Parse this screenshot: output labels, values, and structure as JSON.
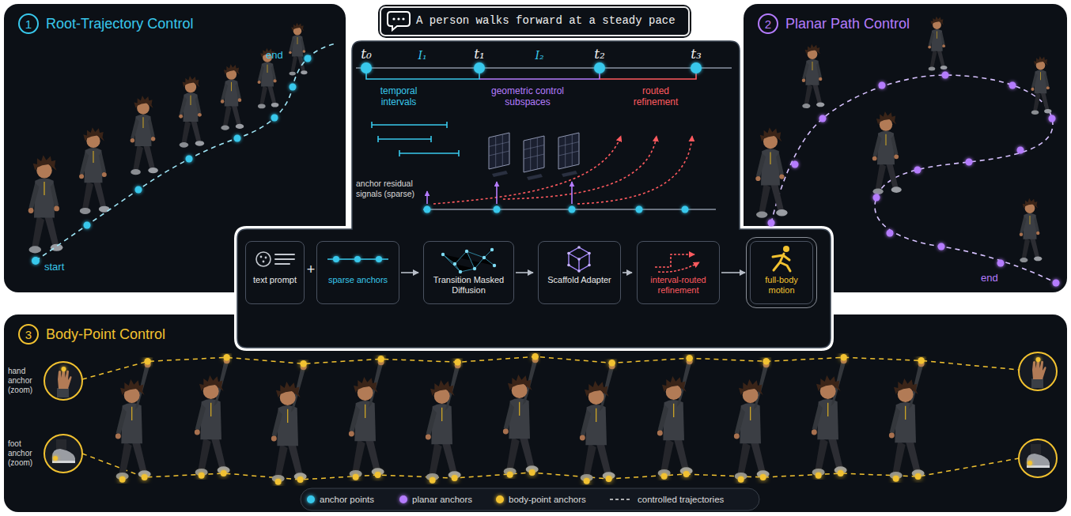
{
  "diagram": {
    "nodes": [
      {
        "text": [
          "A person walks forward at a steady pace"
        ]
      },
      {
        "text": [
          "1",
          "Root-Trajectory Control"
        ]
      },
      {
        "text": [
          "2",
          "Planar Path Control"
        ]
      },
      {
        "text": [
          "3",
          "Body-Point Control"
        ]
      },
      {
        "text": [
          "text prompt"
        ]
      },
      {
        "text": [
          "sparse anchors"
        ]
      },
      {
        "text": [
          "Transition Masked Diffusion"
        ]
      },
      {
        "text": [
          "Scaffold Adapter"
        ]
      },
      {
        "text": [
          "interval-routed refinement"
        ]
      },
      {
        "text": [
          "full-body motion"
        ]
      }
    ],
    "edges": [
      {
        "from": 5,
        "to": 6,
        "arrow": "to"
      },
      {
        "from": 6,
        "to": 7,
        "arrow": "to"
      },
      {
        "from": 7,
        "to": 8,
        "arrow": "to"
      },
      {
        "from": 8,
        "to": 9,
        "arrow": "to"
      }
    ],
    "labels": [
      "start",
      "end",
      "end",
      "t₀",
      "I₁",
      "t₁",
      "I₂",
      "t₂",
      "t₃",
      "temporal intervals",
      "geometric control subspaces",
      "routed refinement",
      "anchor residual signals (sparse)",
      "+",
      "hand anchor (zoom)",
      "foot anchor (zoom)"
    ],
    "legend": [
      {
        "text": "anchor points",
        "color": "#38c8ec"
      },
      {
        "text": "planar anchors",
        "color": "#b57cff"
      },
      {
        "text": "body-point anchors",
        "color": "#f2c230"
      },
      {
        "text": "controlled trajectories"
      }
    ]
  }
}
